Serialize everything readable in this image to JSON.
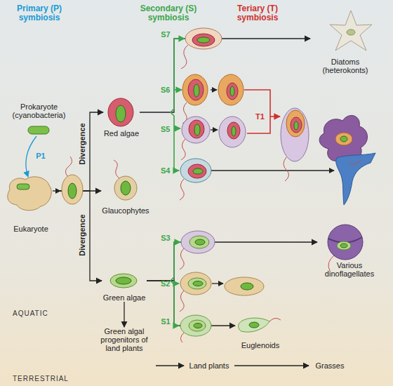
{
  "diagram": {
    "nodes": [
      {
        "text": [
          "Prokaryote (cyanobacteria)"
        ]
      },
      {
        "text": [
          "Eukaryote"
        ]
      },
      {
        "text": [
          "Red algae"
        ]
      },
      {
        "text": [
          "Glaucophytes"
        ]
      },
      {
        "text": [
          "Green algae"
        ]
      },
      {
        "text": [
          "Diatoms (heterokonts)"
        ]
      },
      {
        "text": [
          "Various dinoflagellates"
        ]
      },
      {
        "text": [
          "Euglenoids"
        ]
      },
      {
        "text": [
          "Green algal progenitors of land plants"
        ]
      },
      {
        "text": [
          "Land plants"
        ]
      },
      {
        "text": [
          "Grasses"
        ]
      }
    ],
    "edges": [
      {
        "from": 0,
        "to": 1,
        "arrow": "to",
        "label": "P1"
      },
      {
        "from": 1,
        "to": 2,
        "arrow": "to",
        "label": "Divergence"
      },
      {
        "from": 1,
        "to": 3,
        "arrow": "to"
      },
      {
        "from": 1,
        "to": 4,
        "arrow": "to",
        "label": "Divergence"
      },
      {
        "from": 2,
        "to": 5,
        "arrow": "to",
        "label": "S7"
      },
      {
        "from": 4,
        "to": 6,
        "arrow": "to",
        "label": "S3"
      },
      {
        "from": 4,
        "to": 7,
        "arrow": "to",
        "label": "S1"
      },
      {
        "from": 4,
        "to": 8,
        "arrow": "to"
      },
      {
        "from": 8,
        "to": 9,
        "arrow": "to"
      },
      {
        "from": 9,
        "to": 10,
        "arrow": "to"
      }
    ],
    "labels": [
      "Primary (P) symbiosis",
      "Secondary (S) symbiosis",
      "Teriary (T) symbiosis",
      "S6",
      "S5",
      "S4",
      "S2",
      "T1",
      "AQUATIC",
      "TERRESTRIAL"
    ]
  }
}
